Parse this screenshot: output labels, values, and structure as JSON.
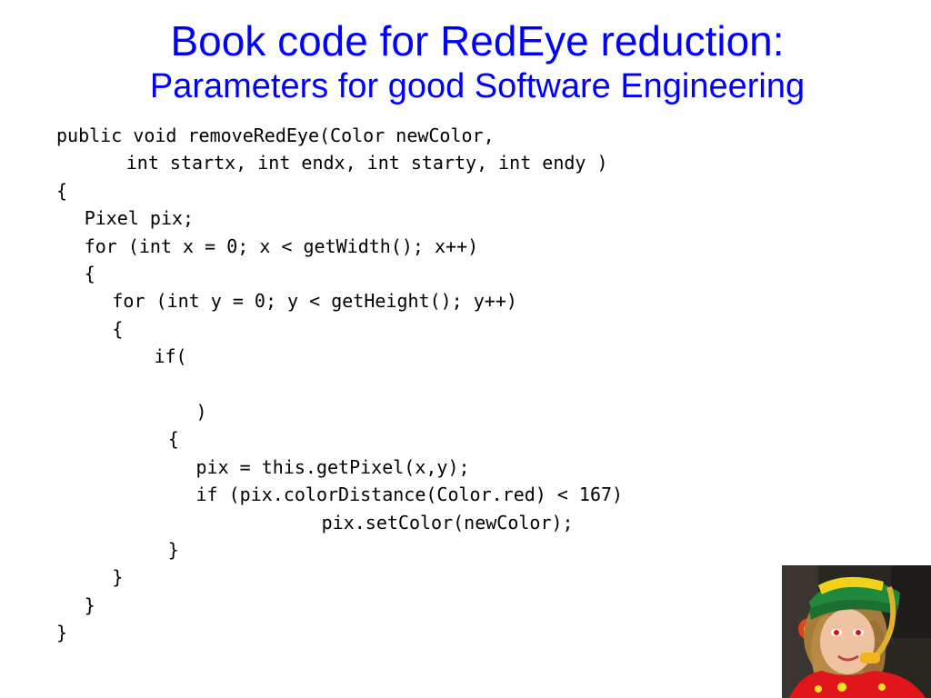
{
  "slide": {
    "title": "Book code for RedEye reduction:",
    "subtitle": "Parameters for good Software Engineering",
    "code_lines": [
      {
        "indent": 0,
        "text": "public void removeRedEye(Color newColor,"
      },
      {
        "indent": 5,
        "text": "int startx, int endx, int starty, int endy )"
      },
      {
        "indent": 0,
        "text": "{"
      },
      {
        "indent": 2,
        "text": "Pixel pix;"
      },
      {
        "indent": 2,
        "text": "for (int x = 0; x < getWidth(); x++)"
      },
      {
        "indent": 2,
        "text": "{"
      },
      {
        "indent": 4,
        "text": "for (int y = 0; y < getHeight(); y++)"
      },
      {
        "indent": 4,
        "text": "{"
      },
      {
        "indent": 7,
        "text": "if("
      },
      {
        "indent": 0,
        "text": ""
      },
      {
        "indent": 10,
        "text": ")"
      },
      {
        "indent": 8,
        "text": "{"
      },
      {
        "indent": 10,
        "text": "pix = this.getPixel(x,y);"
      },
      {
        "indent": 10,
        "text": "if (pix.colorDistance(Color.red) < 167)"
      },
      {
        "indent": 19,
        "text": "pix.setColor(newColor);"
      },
      {
        "indent": 8,
        "text": "}"
      },
      {
        "indent": 4,
        "text": "}"
      },
      {
        "indent": 2,
        "text": "}"
      },
      {
        "indent": 0,
        "text": "}"
      }
    ]
  },
  "colors": {
    "title": "#0000ff",
    "code": "#000000",
    "background": "#ffffff"
  }
}
